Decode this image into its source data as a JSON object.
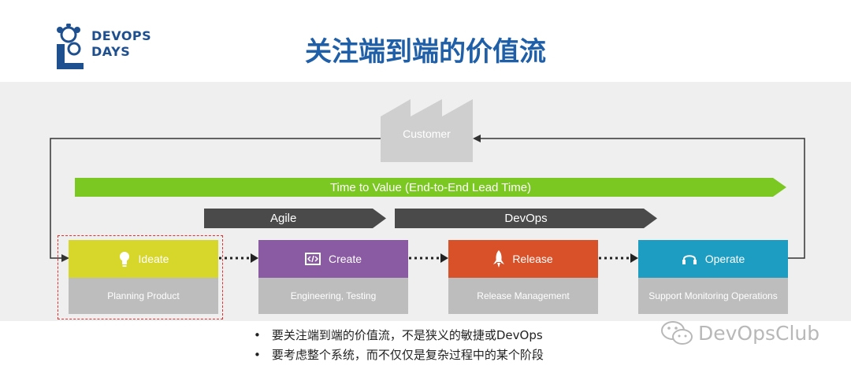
{
  "logo": {
    "line1": "DEVOPS",
    "line2": "DAYS"
  },
  "title": "关注端到端的价值流",
  "diagram": {
    "customer": "Customer",
    "time_to_value": "Time to Value (End-to-End Lead Time)",
    "agile": "Agile",
    "devops": "DevOps",
    "stages": [
      {
        "name": "Ideate",
        "sub": "Planning Product",
        "color": "#d7d62a",
        "icon": "lightbulb-icon"
      },
      {
        "name": "Create",
        "sub": "Engineering, Testing",
        "color": "#8a5aa2",
        "icon": "code-icon"
      },
      {
        "name": "Release",
        "sub": "Release Management",
        "color": "#d85128",
        "icon": "rocket-icon"
      },
      {
        "name": "Operate",
        "sub": "Support Monitoring Operations",
        "color": "#1c9dc1",
        "icon": "headset-icon"
      }
    ],
    "colors": {
      "green_bar": "#7cc823",
      "dark_bar": "#4a4a4a",
      "factory": "#cfcfcf",
      "highlight": "#e03030"
    }
  },
  "bullets": [
    "要关注端到端的价值流，不是狭义的敏捷或DevOps",
    "要考虑整个系统，而不仅仅是复杂过程中的某个阶段"
  ],
  "watermark": "DevOpsClub"
}
